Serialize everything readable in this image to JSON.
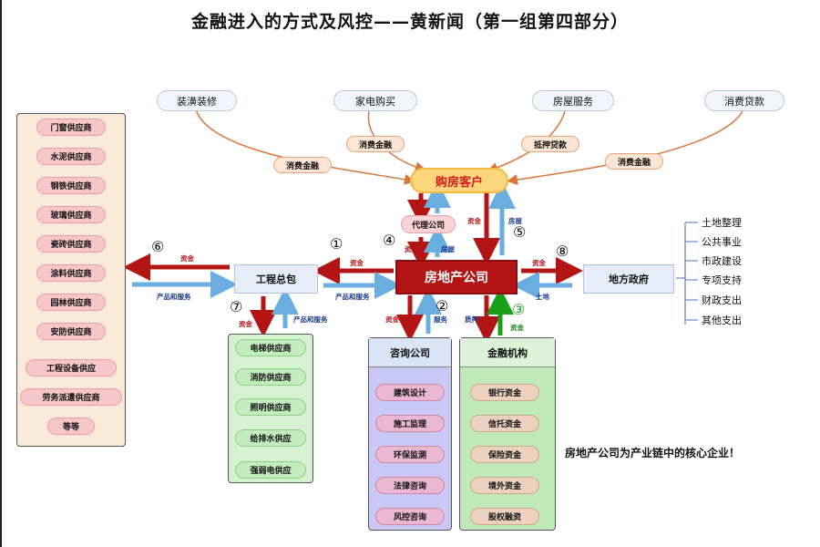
{
  "title": "金融进入的方式及风控——黄新闻（第一组第四部分）",
  "topics": [
    "装潢装修",
    "家电购买",
    "房屋服务",
    "消费贷款"
  ],
  "topic_labels": [
    "消费金融",
    "消费金融",
    "抵押贷款",
    "消费金融"
  ],
  "customer": "购房客户",
  "agent": "代理公司",
  "developer": "房地产公司",
  "contractor": "工程总包",
  "government": "地方政府",
  "consulting": {
    "title": "咨询公司",
    "items": [
      "建筑设计",
      "施工监理",
      "环保监测",
      "法律咨询",
      "风控咨询"
    ]
  },
  "finance": {
    "title": "金融机构",
    "items": [
      "银行资金",
      "信托资金",
      "保险资金",
      "境外资金",
      "股权融资"
    ]
  },
  "left_suppliers": [
    "门窗供应商",
    "水泥供应商",
    "钢铁供应商",
    "玻璃供应商",
    "瓷砖供应商",
    "涂料供应商",
    "园林供应商",
    "安防供应商",
    "工程设备供应",
    "劳务派遣供应商",
    "等等"
  ],
  "sub_suppliers": [
    "电梯供应商",
    "消防供应商",
    "照明供应商",
    "给排水供应",
    "强弱电供应"
  ],
  "gov_items": [
    "土地整理",
    "公共事业",
    "市政建设",
    "专项支持",
    "财政支出",
    "其他支出"
  ],
  "flow_labels": {
    "funds": "资金",
    "products": "产品和服务",
    "house": "房屋",
    "service": "服务",
    "pledge": "质押",
    "land": "土地"
  },
  "numbers": {
    "n1": "①",
    "n2": "②",
    "n3": "③",
    "n4": "④",
    "n5": "⑤",
    "n6": "⑥",
    "n7": "⑦",
    "n8": "⑧"
  },
  "conclusion": "房地产公司为产业链中的核心企业！",
  "colors": {
    "red_arrow": "#b31515",
    "blue_arrow": "#6aaee0",
    "green_arrow": "#19a019",
    "orange_curve": "#d9743a",
    "main_node": "#b31515",
    "customer_node": "#fcd67d"
  }
}
